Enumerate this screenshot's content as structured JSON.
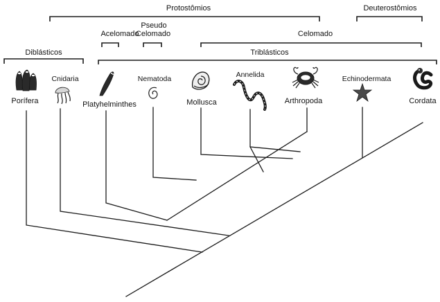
{
  "groups": {
    "protostomios": "Protostômios",
    "deuterostomios": "Deuterostômios",
    "acelomado": "Acelomado",
    "pseudo_celomado_line1": "Pseudo",
    "pseudo_celomado_line2": "Celomado",
    "celomado": "Celomado",
    "diblasticos": "Diblásticos",
    "triblasticos": "Triblásticos"
  },
  "taxa": {
    "porifera": "Porífera",
    "cnidaria": "Cnidaria",
    "platyhelminthes": "Platyhelminthes",
    "nematoda": "Nematoda",
    "mollusca": "Mollusca",
    "annelida": "Annelida",
    "arthropoda": "Arthropoda",
    "echinodermata": "Echinodermata",
    "cordata": "Cordata"
  },
  "icons": {
    "porifera": "sponge-icon",
    "cnidaria": "jellyfish-icon",
    "platyhelminthes": "flatworm-icon",
    "nematoda": "roundworm-icon",
    "mollusca": "snail-shell-icon",
    "annelida": "earthworm-icon",
    "arthropoda": "crab-icon",
    "echinodermata": "starfish-icon",
    "cordata": "chordate-icon"
  }
}
